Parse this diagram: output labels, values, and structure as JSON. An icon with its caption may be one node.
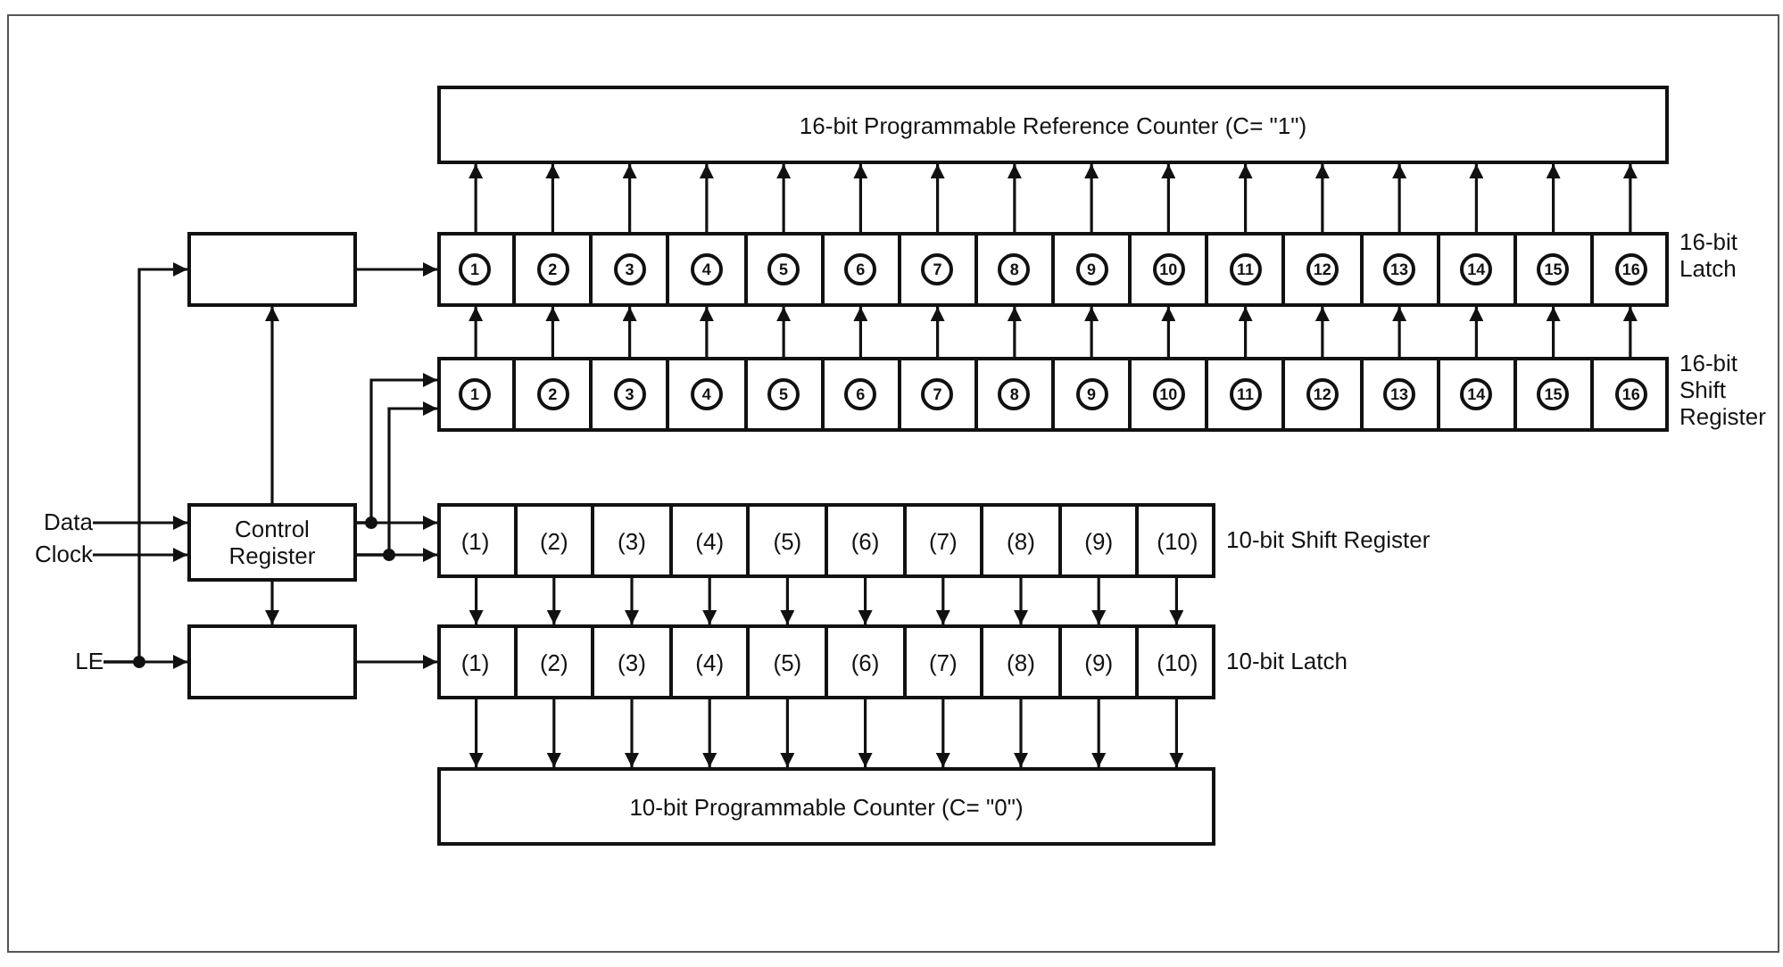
{
  "diagram": {
    "nodes": [
      {
        "text": [
          "16-bit Programmable Reference Counter (C= \"1\")"
        ]
      },
      {
        "text": [],
        "shape": "box"
      },
      {
        "text": [
          "16-bit Latch"
        ]
      },
      {
        "text": [
          "1"
        ],
        "in": 2
      },
      {
        "text": [
          "2"
        ],
        "in": 2
      },
      {
        "text": [
          "3"
        ],
        "in": 2
      },
      {
        "text": [
          "4"
        ],
        "in": 2
      },
      {
        "text": [
          "5"
        ],
        "in": 2
      },
      {
        "text": [
          "6"
        ],
        "in": 2
      },
      {
        "text": [
          "7"
        ],
        "in": 2
      },
      {
        "text": [
          "8"
        ],
        "in": 2
      },
      {
        "text": [
          "9"
        ],
        "in": 2
      },
      {
        "text": [
          "10"
        ],
        "in": 2
      },
      {
        "text": [
          "11"
        ],
        "in": 2
      },
      {
        "text": [
          "12"
        ],
        "in": 2
      },
      {
        "text": [
          "13"
        ],
        "in": 2
      },
      {
        "text": [
          "14"
        ],
        "in": 2
      },
      {
        "text": [
          "15"
        ],
        "in": 2
      },
      {
        "text": [
          "16"
        ],
        "in": 2
      },
      {
        "text": [
          "16-bit Shift Register"
        ]
      },
      {
        "text": [
          "1"
        ],
        "in": 19
      },
      {
        "text": [
          "2"
        ],
        "in": 19
      },
      {
        "text": [
          "3"
        ],
        "in": 19
      },
      {
        "text": [
          "4"
        ],
        "in": 19
      },
      {
        "text": [
          "5"
        ],
        "in": 19
      },
      {
        "text": [
          "6"
        ],
        "in": 19
      },
      {
        "text": [
          "7"
        ],
        "in": 19
      },
      {
        "text": [
          "8"
        ],
        "in": 19
      },
      {
        "text": [
          "9"
        ],
        "in": 19
      },
      {
        "text": [
          "10"
        ],
        "in": 19
      },
      {
        "text": [
          "11"
        ],
        "in": 19
      },
      {
        "text": [
          "12"
        ],
        "in": 19
      },
      {
        "text": [
          "13"
        ],
        "in": 19
      },
      {
        "text": [
          "14"
        ],
        "in": 19
      },
      {
        "text": [
          "15"
        ],
        "in": 19
      },
      {
        "text": [
          "16"
        ],
        "in": 19
      },
      {
        "text": [
          "Data"
        ]
      },
      {
        "text": [
          "Clock"
        ]
      },
      {
        "text": [
          "LE"
        ]
      },
      {
        "text": [
          "Control Register"
        ]
      },
      {
        "text": [
          "10-bit Shift Register"
        ]
      },
      {
        "text": [
          "(1)"
        ],
        "in": 40
      },
      {
        "text": [
          "(2)"
        ],
        "in": 40
      },
      {
        "text": [
          "(3)"
        ],
        "in": 40
      },
      {
        "text": [
          "(4)"
        ],
        "in": 40
      },
      {
        "text": [
          "(5)"
        ],
        "in": 40
      },
      {
        "text": [
          "(6)"
        ],
        "in": 40
      },
      {
        "text": [
          "(7)"
        ],
        "in": 40
      },
      {
        "text": [
          "(8)"
        ],
        "in": 40
      },
      {
        "text": [
          "(9)"
        ],
        "in": 40
      },
      {
        "text": [
          "(10)"
        ],
        "in": 40
      },
      {
        "text": [],
        "shape": "box"
      },
      {
        "text": [
          "10-bit Latch"
        ]
      },
      {
        "text": [
          "(1)"
        ],
        "in": 52
      },
      {
        "text": [
          "(2)"
        ],
        "in": 52
      },
      {
        "text": [
          "(3)"
        ],
        "in": 52
      },
      {
        "text": [
          "(4)"
        ],
        "in": 52
      },
      {
        "text": [
          "(5)"
        ],
        "in": 52
      },
      {
        "text": [
          "(6)"
        ],
        "in": 52
      },
      {
        "text": [
          "(7)"
        ],
        "in": 52
      },
      {
        "text": [
          "(8)"
        ],
        "in": 52
      },
      {
        "text": [
          "(9)"
        ],
        "in": 52
      },
      {
        "text": [
          "(10)"
        ],
        "in": 52
      },
      {
        "text": [
          "10-bit Programmable Counter (C= \"0\")"
        ]
      }
    ],
    "edges": [
      {
        "from": 36,
        "to": 39,
        "arrow": "to"
      },
      {
        "from": 37,
        "to": 39,
        "arrow": "to"
      },
      {
        "from": 38,
        "to": 51,
        "arrow": "to"
      },
      {
        "from": 38,
        "to": 1,
        "arrow": "to"
      },
      {
        "from": 39,
        "to": 1,
        "arrow": "to"
      },
      {
        "from": 39,
        "to": 51,
        "arrow": "to"
      },
      {
        "from": 39,
        "to": 40,
        "arrow": "to"
      },
      {
        "from": 39,
        "to": 19,
        "arrow": "to"
      },
      {
        "from": 39,
        "to": 40,
        "arrow": "to"
      },
      {
        "from": 39,
        "to": 19,
        "arrow": "to"
      },
      {
        "from": 1,
        "to": 2,
        "arrow": "to"
      },
      {
        "from": 51,
        "to": 52,
        "arrow": "to"
      },
      {
        "from": 20,
        "to": 3,
        "arrow": "to"
      },
      {
        "from": 21,
        "to": 4,
        "arrow": "to"
      },
      {
        "from": 22,
        "to": 5,
        "arrow": "to"
      },
      {
        "from": 23,
        "to": 6,
        "arrow": "to"
      },
      {
        "from": 24,
        "to": 7,
        "arrow": "to"
      },
      {
        "from": 25,
        "to": 8,
        "arrow": "to"
      },
      {
        "from": 26,
        "to": 9,
        "arrow": "to"
      },
      {
        "from": 27,
        "to": 10,
        "arrow": "to"
      },
      {
        "from": 28,
        "to": 11,
        "arrow": "to"
      },
      {
        "from": 29,
        "to": 12,
        "arrow": "to"
      },
      {
        "from": 30,
        "to": 13,
        "arrow": "to"
      },
      {
        "from": 31,
        "to": 14,
        "arrow": "to"
      },
      {
        "from": 32,
        "to": 15,
        "arrow": "to"
      },
      {
        "from": 33,
        "to": 16,
        "arrow": "to"
      },
      {
        "from": 34,
        "to": 17,
        "arrow": "to"
      },
      {
        "from": 35,
        "to": 18,
        "arrow": "to"
      },
      {
        "from": 3,
        "to": 0,
        "arrow": "to"
      },
      {
        "from": 4,
        "to": 0,
        "arrow": "to"
      },
      {
        "from": 5,
        "to": 0,
        "arrow": "to"
      },
      {
        "from": 6,
        "to": 0,
        "arrow": "to"
      },
      {
        "from": 7,
        "to": 0,
        "arrow": "to"
      },
      {
        "from": 8,
        "to": 0,
        "arrow": "to"
      },
      {
        "from": 9,
        "to": 0,
        "arrow": "to"
      },
      {
        "from": 10,
        "to": 0,
        "arrow": "to"
      },
      {
        "from": 11,
        "to": 0,
        "arrow": "to"
      },
      {
        "from": 12,
        "to": 0,
        "arrow": "to"
      },
      {
        "from": 13,
        "to": 0,
        "arrow": "to"
      },
      {
        "from": 14,
        "to": 0,
        "arrow": "to"
      },
      {
        "from": 15,
        "to": 0,
        "arrow": "to"
      },
      {
        "from": 16,
        "to": 0,
        "arrow": "to"
      },
      {
        "from": 17,
        "to": 0,
        "arrow": "to"
      },
      {
        "from": 18,
        "to": 0,
        "arrow": "to"
      },
      {
        "from": 41,
        "to": 53,
        "arrow": "to"
      },
      {
        "from": 42,
        "to": 54,
        "arrow": "to"
      },
      {
        "from": 43,
        "to": 55,
        "arrow": "to"
      },
      {
        "from": 44,
        "to": 56,
        "arrow": "to"
      },
      {
        "from": 45,
        "to": 57,
        "arrow": "to"
      },
      {
        "from": 46,
        "to": 58,
        "arrow": "to"
      },
      {
        "from": 47,
        "to": 59,
        "arrow": "to"
      },
      {
        "from": 48,
        "to": 60,
        "arrow": "to"
      },
      {
        "from": 49,
        "to": 61,
        "arrow": "to"
      },
      {
        "from": 50,
        "to": 62,
        "arrow": "to"
      },
      {
        "from": 53,
        "to": 63,
        "arrow": "to"
      },
      {
        "from": 54,
        "to": 63,
        "arrow": "to"
      },
      {
        "from": 55,
        "to": 63,
        "arrow": "to"
      },
      {
        "from": 56,
        "to": 63,
        "arrow": "to"
      },
      {
        "from": 57,
        "to": 63,
        "arrow": "to"
      },
      {
        "from": 58,
        "to": 63,
        "arrow": "to"
      },
      {
        "from": 59,
        "to": 63,
        "arrow": "to"
      },
      {
        "from": 60,
        "to": 63,
        "arrow": "to"
      },
      {
        "from": 61,
        "to": 63,
        "arrow": "to"
      },
      {
        "from": 62,
        "to": 63,
        "arrow": "to"
      }
    ]
  }
}
